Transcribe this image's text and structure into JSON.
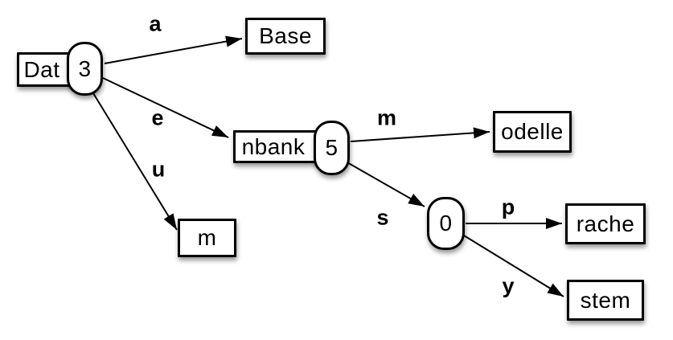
{
  "diagram": {
    "kind": "radix-tree",
    "colors": {
      "stroke": "#000000",
      "node_fill": "#ffffff",
      "background": "#ffffff"
    },
    "nodes": [
      {
        "id": "dat",
        "label": "Dat",
        "shape": "rectangle"
      },
      {
        "id": "count-3",
        "label": "3",
        "shape": "capsule"
      },
      {
        "id": "base",
        "label": "Base",
        "shape": "rectangle"
      },
      {
        "id": "nbank",
        "label": "nbank",
        "shape": "rectangle"
      },
      {
        "id": "count-5",
        "label": "5",
        "shape": "capsule"
      },
      {
        "id": "odelle",
        "label": "odelle",
        "shape": "rectangle"
      },
      {
        "id": "m-leaf",
        "label": "m",
        "shape": "rectangle"
      },
      {
        "id": "count-0",
        "label": "0",
        "shape": "capsule"
      },
      {
        "id": "rache",
        "label": "rache",
        "shape": "rectangle"
      },
      {
        "id": "stem",
        "label": "stem",
        "shape": "rectangle"
      }
    ],
    "edges": [
      {
        "from": "count-3",
        "to": "base",
        "label": "a"
      },
      {
        "from": "count-3",
        "to": "nbank",
        "label": "e"
      },
      {
        "from": "count-3",
        "to": "m-leaf",
        "label": "u"
      },
      {
        "from": "count-5",
        "to": "odelle",
        "label": "m"
      },
      {
        "from": "count-5",
        "to": "count-0",
        "label": "s"
      },
      {
        "from": "count-0",
        "to": "rache",
        "label": "p"
      },
      {
        "from": "count-0",
        "to": "stem",
        "label": "y"
      }
    ]
  }
}
